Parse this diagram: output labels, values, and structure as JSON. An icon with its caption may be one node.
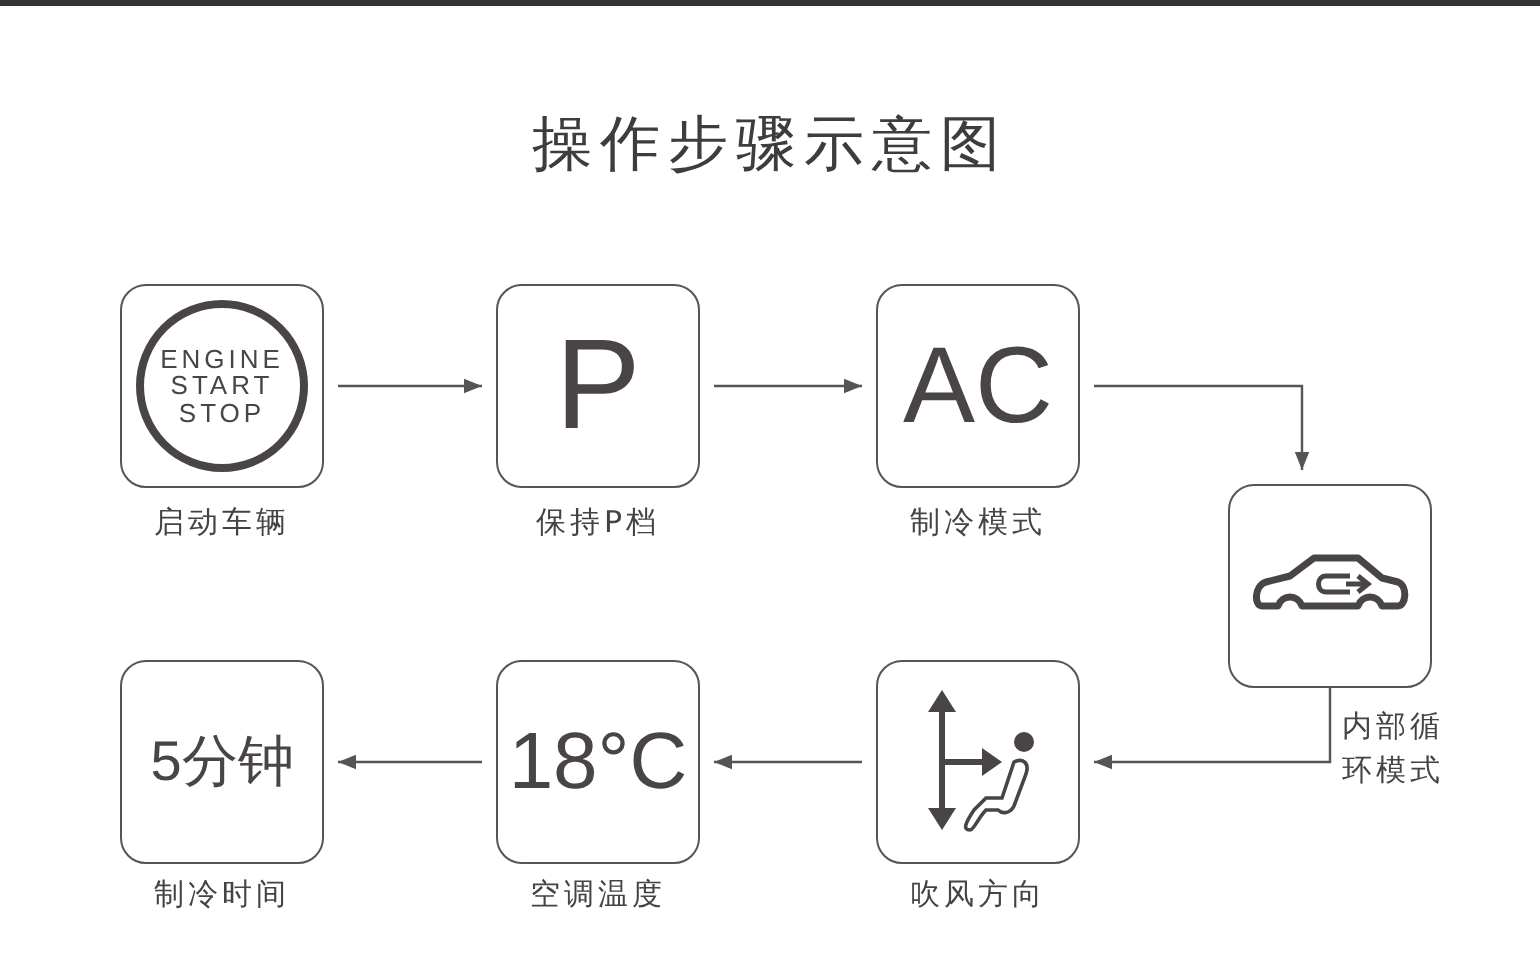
{
  "diagram": {
    "title": "操作步骤示意图",
    "nodes": [
      {
        "text": [
          "ENGINE START STOP"
        ],
        "beside": [
          "启动车辆"
        ]
      },
      {
        "text": [
          "P"
        ],
        "beside": [
          "保持P档"
        ]
      },
      {
        "text": [
          "AC"
        ],
        "beside": [
          "制冷模式"
        ]
      },
      {
        "text": [],
        "shape": "box",
        "beside": [
          "内部循环模式"
        ]
      },
      {
        "text": [],
        "shape": "box",
        "beside": [
          "吹风方向"
        ]
      },
      {
        "text": [
          "18°C"
        ],
        "beside": [
          "空调温度"
        ]
      },
      {
        "text": [
          "5分钟"
        ],
        "beside": [
          "制冷时间"
        ]
      }
    ],
    "edges": [
      {
        "from": 0,
        "to": 1,
        "arrow": "to"
      },
      {
        "from": 1,
        "to": 2,
        "arrow": "to"
      },
      {
        "from": 2,
        "to": 3,
        "arrow": "to"
      },
      {
        "from": 3,
        "to": 4,
        "arrow": "to"
      },
      {
        "from": 4,
        "to": 5,
        "arrow": "to"
      },
      {
        "from": 5,
        "to": 6,
        "arrow": "to"
      }
    ]
  }
}
